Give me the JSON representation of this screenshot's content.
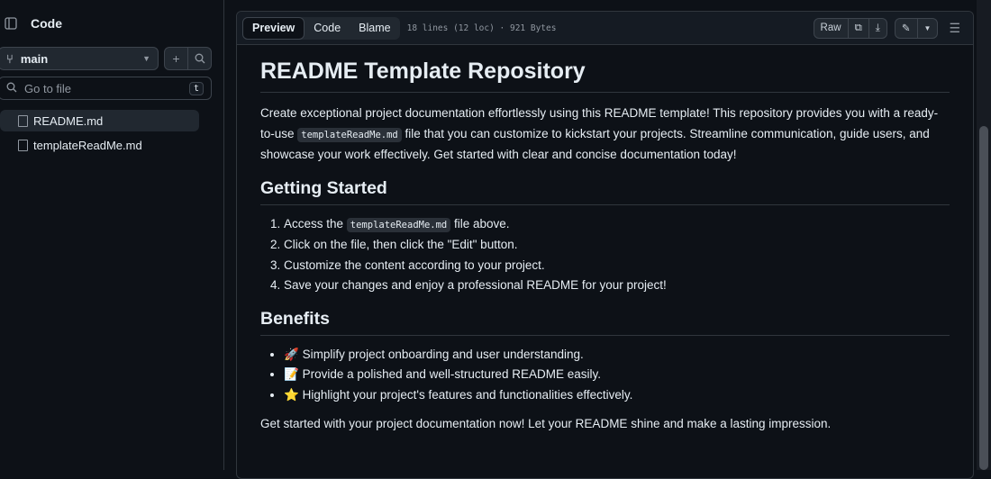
{
  "sidebar": {
    "title": "Code",
    "branch": "main",
    "goto_placeholder": "Go to file",
    "goto_shortcut": "t",
    "files": [
      {
        "name": "README.md",
        "active": true
      },
      {
        "name": "templateReadMe.md",
        "active": false
      }
    ]
  },
  "toolbar": {
    "tabs": [
      "Preview",
      "Code",
      "Blame"
    ],
    "active_tab": "Preview",
    "meta": "18 lines (12 loc) · 921 Bytes",
    "raw": "Raw"
  },
  "readme": {
    "title": "README Template Repository",
    "intro_before": "Create exceptional project documentation effortlessly using this README template! This repository provides you with a ready-to-use ",
    "intro_code": "templateReadMe.md",
    "intro_after": " file that you can customize to kickstart your projects. Streamline communication, guide users, and showcase your work effectively. Get started with clear and concise documentation today!",
    "getting_started": {
      "heading": "Getting Started",
      "step1_before": "Access the ",
      "step1_code": "templateReadMe.md",
      "step1_after": " file above.",
      "step2": "Click on the file, then click the \"Edit\" button.",
      "step3": "Customize the content according to your project.",
      "step4": "Save your changes and enjoy a professional README for your project!"
    },
    "benefits": {
      "heading": "Benefits",
      "items": [
        {
          "emoji": "🚀",
          "text": "Simplify project onboarding and user understanding."
        },
        {
          "emoji": "📝",
          "text": "Provide a polished and well-structured README easily."
        },
        {
          "emoji": "⭐",
          "text": "Highlight your project's features and functionalities effectively."
        }
      ]
    },
    "closing": "Get started with your project documentation now! Let your README shine and make a lasting impression."
  }
}
